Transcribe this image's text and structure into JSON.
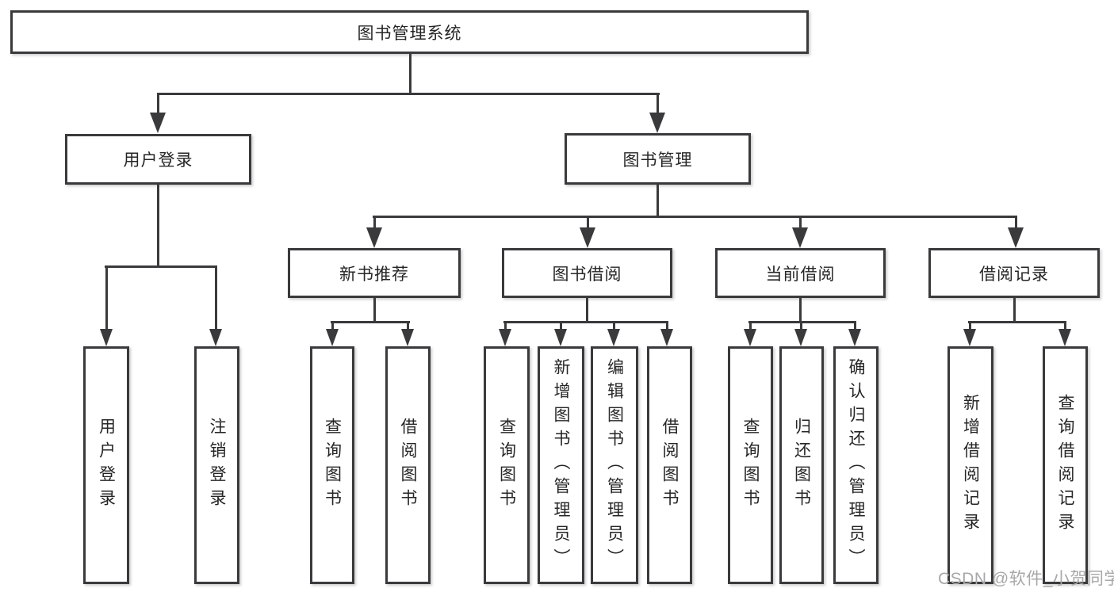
{
  "nodes": {
    "root": "图书管理系统",
    "level2": [
      "用户登录",
      "图书管理"
    ],
    "level3": [
      "新书推荐",
      "图书借阅",
      "当前借阅",
      "借阅记录"
    ],
    "leaves": {
      "user_login": [
        "用户登录",
        "注销登录"
      ],
      "new_book_recommend": [
        "查询图书",
        "借阅图书"
      ],
      "book_borrowing": [
        "查询图书",
        "新增图书（管理员）",
        "编辑图书（管理员）",
        "借阅图书"
      ],
      "current_borrowing": [
        "查询图书",
        "归还图书",
        "确认归还（管理员）"
      ],
      "borrowing_records": [
        "新增借阅记录",
        "查询借阅记录"
      ]
    }
  },
  "watermark": "CSDN @软件_小贺同学",
  "colors": {
    "line": "#3a3a3c",
    "text": "#262626",
    "background": "#ffffff",
    "watermark": "#a8a8a8"
  }
}
